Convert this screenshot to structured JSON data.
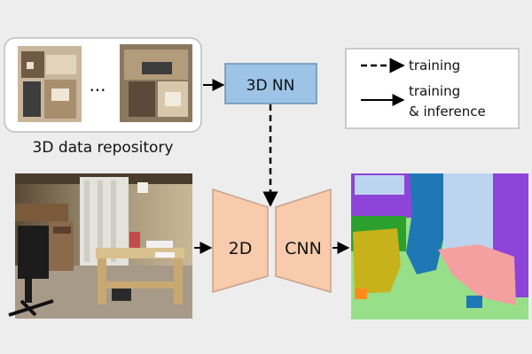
{
  "repository": {
    "ellipsis": "...",
    "caption": "3D data repository"
  },
  "network3d": {
    "label": "3D NN",
    "fill": "#9dc3e6",
    "stroke": "#6a8fb5"
  },
  "cnn": {
    "left_label": "2D",
    "right_label": "CNN",
    "fill": "#f8cbad",
    "stroke": "#c9a08a"
  },
  "legend": {
    "training": "training",
    "training_inference_line1": "training",
    "training_inference_line2": "& inference"
  },
  "input_photo": {
    "description_icon": "indoor-room-photo"
  },
  "segmentation_colors": {
    "purple": "#8e44d8",
    "light_blue": "#bcd4f0",
    "blue": "#1f77b4",
    "green": "#2ca02c",
    "olive": "#c8b21c",
    "light_green": "#98df8a",
    "pink": "#f4a0a0",
    "orange": "#ff8c1a"
  }
}
